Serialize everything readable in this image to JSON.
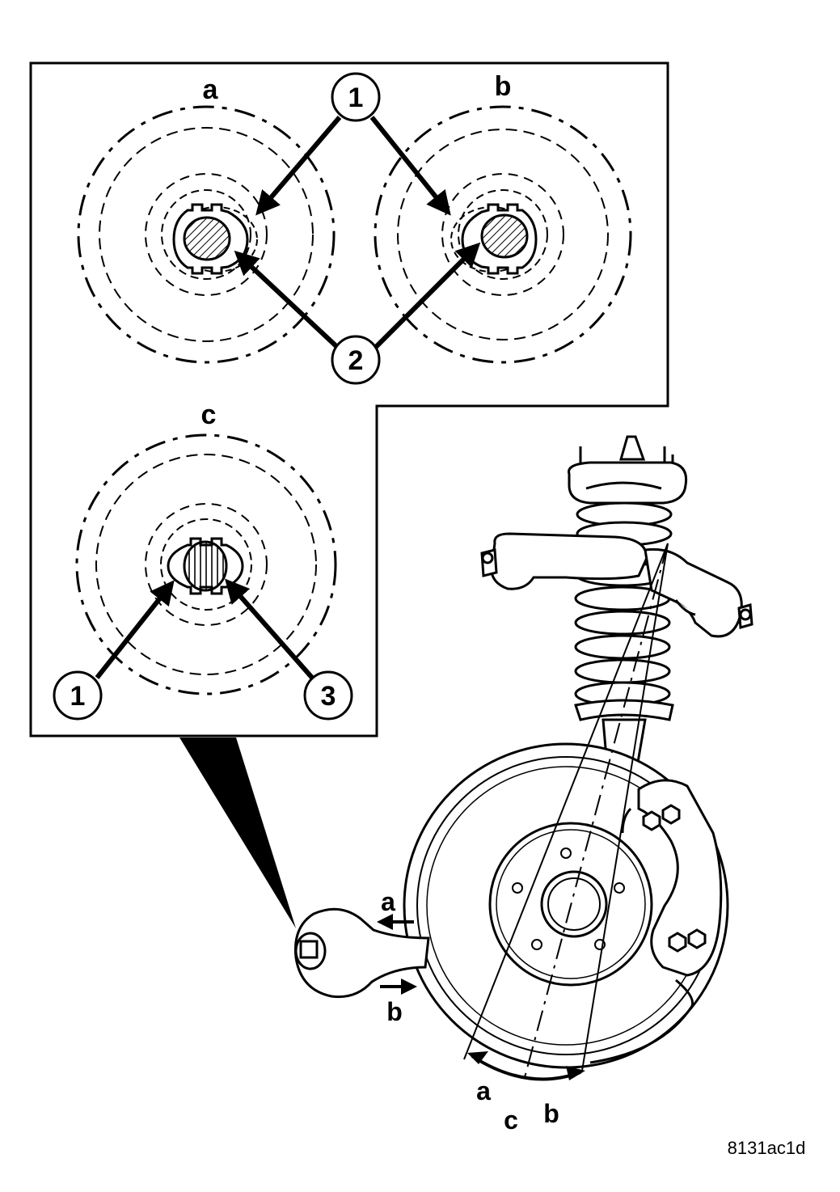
{
  "diagram": {
    "inset_labels": {
      "a": "a",
      "b": "b",
      "c": "c"
    },
    "callouts": {
      "one": "1",
      "two": "2",
      "three": "3"
    },
    "arm_labels": {
      "a": "a",
      "b": "b"
    },
    "camber_labels": {
      "a": "a",
      "b": "b",
      "c": "c"
    },
    "figure_code": "8131ac1d"
  }
}
